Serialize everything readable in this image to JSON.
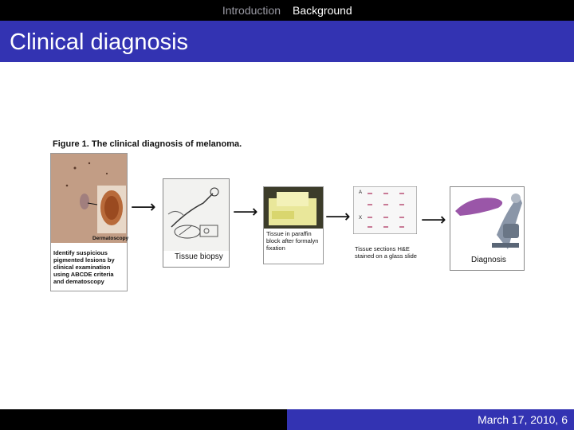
{
  "nav": {
    "sections": [
      "Introduction",
      "Background"
    ]
  },
  "slide": {
    "title": "Clinical diagnosis"
  },
  "figure": {
    "caption": "Figure 1.  The clinical diagnosis of melanoma.",
    "steps": [
      {
        "inset_label": "Dermatoscopy",
        "label": "Identify suspicious pigmented lesions by clinical examination using ABCDE criteria and dematoscopy"
      },
      {
        "label": "Tissue biopsy"
      },
      {
        "label": "Tissue in paraffin block after formalyn fixation"
      },
      {
        "label": "Tissue sections H&E stained on a glass slide",
        "slide_markers": [
          "A",
          "X"
        ]
      },
      {
        "label": "Diagnosis"
      }
    ],
    "arrow_glyph": "⟶"
  },
  "footer": {
    "text": "March 17, 2010, 6"
  }
}
